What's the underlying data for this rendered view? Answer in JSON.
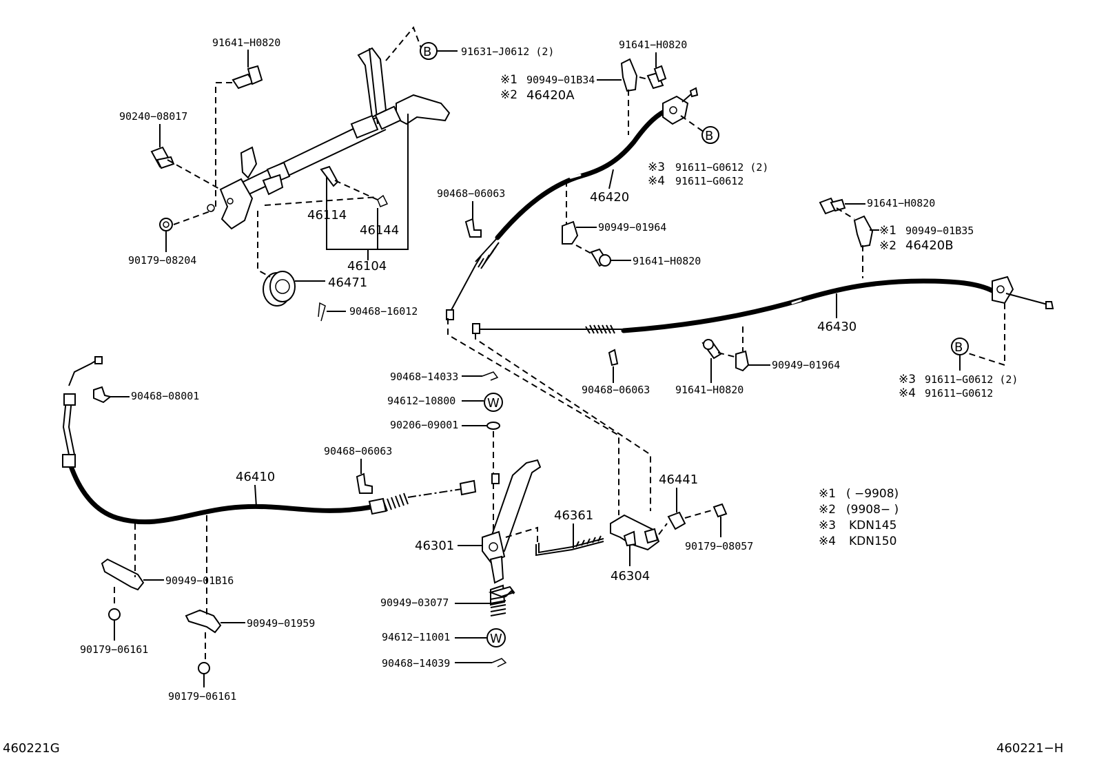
{
  "labels": {
    "p91641_top": "91641−H0820",
    "p91631": "91631−J0612 (2)",
    "p90240": "90240−08017",
    "p46114": "46114",
    "p46144": "46144",
    "p46104": "46104",
    "p90179_08204": "90179−08204",
    "p46471": "46471",
    "p90468_16012": "90468−16012",
    "p91641_b": "91641−H0820",
    "p90949_01b34": "90949−01B34",
    "p46420a": "46420A",
    "p91611_a": "91611−G0612 (2)",
    "p91611_b": "91611−G0612",
    "p46420": "46420",
    "p90468_06063_a": "90468−06063",
    "p90949_01964_a": "90949−01964",
    "p91641_c": "91641−H0820",
    "p91641_d": "91641−H0820",
    "p90949_01b35": "90949−01B35",
    "p46420b": "46420B",
    "p46430": "46430",
    "p90468_06063_b": "90468−06063",
    "p91641_e": "91641−H0820",
    "p90949_01964_b": "90949−01964",
    "p91611_c": "91611−G0612 (2)",
    "p91611_d": "91611−G0612",
    "p90468_14033": "90468−14033",
    "p94612_10800": "94612−10800",
    "p90206": "90206−09001",
    "p90468_08001": "90468−08001",
    "p90468_06063_c": "90468−06063",
    "p46410": "46410",
    "p46441": "46441",
    "p46361": "46361",
    "p46301": "46301",
    "p90179_08057": "90179−08057",
    "p46304": "46304",
    "p90949_01b16": "90949−01B16",
    "p90949_01959": "90949−01959",
    "p90179_06161_a": "90179−06161",
    "p90179_06161_b": "90179−06161",
    "p90949_03077": "90949−03077",
    "p94612_11001": "94612−11001",
    "p90468_14039": "90468−14039"
  },
  "marks": {
    "n1": "※1",
    "n2": "※2",
    "n3": "※3",
    "n4": "※4",
    "circle_b": "B",
    "circle_w": "W"
  },
  "notes": {
    "n1_text": "(        −9908)",
    "n2_text": "(9908−        )",
    "n3_text": "KDN145",
    "n4_text": "KDN150"
  },
  "corners": {
    "left": "460221G",
    "right": "460221−H"
  }
}
